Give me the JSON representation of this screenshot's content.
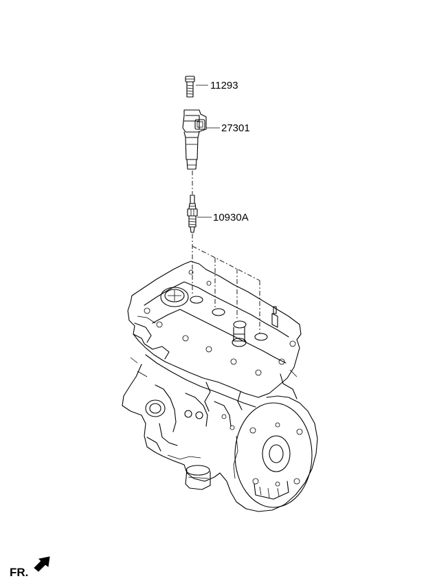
{
  "parts": [
    {
      "id": "bolt",
      "number": "11293"
    },
    {
      "id": "ignition-coil",
      "number": "27301"
    },
    {
      "id": "spark-plug",
      "number": "10930A"
    }
  ],
  "direction": {
    "label": "FR."
  },
  "colors": {
    "line": "#000000",
    "background": "#ffffff"
  }
}
